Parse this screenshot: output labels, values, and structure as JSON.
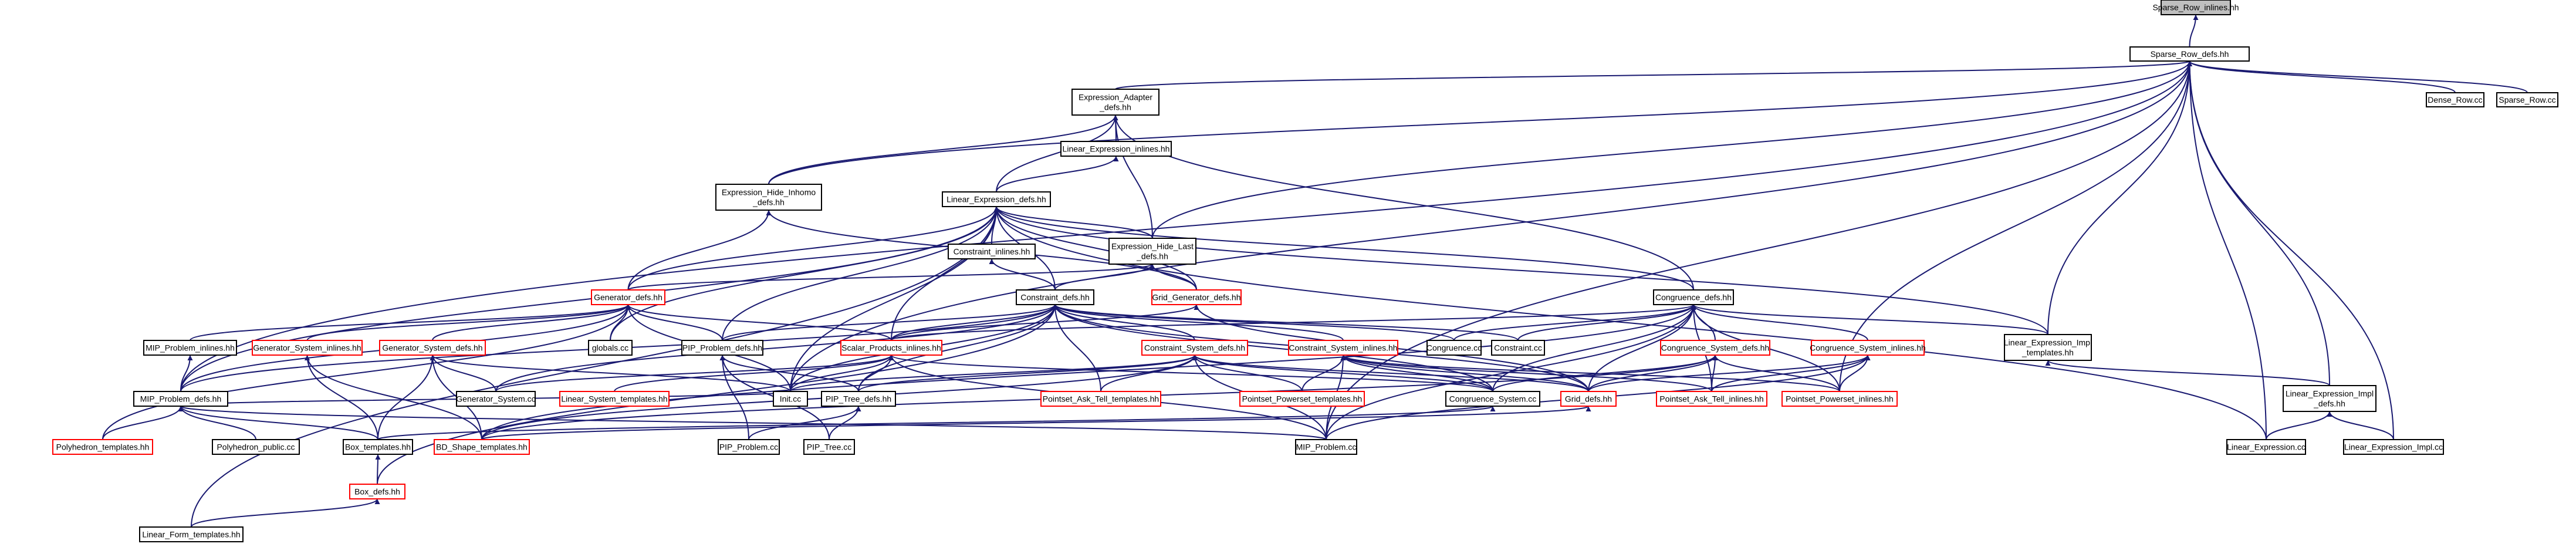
{
  "graph": {
    "edge_color": "#191970",
    "border_color": "#000000",
    "link_missing_color": "#ff0000",
    "root_fill": "#bfbfbf",
    "nodes": [
      {
        "id": "root",
        "label": "Sparse_Row_inlines.hh",
        "style": "root"
      },
      {
        "id": "sparse_row_defs",
        "label": "Sparse_Row_defs.hh"
      },
      {
        "id": "dense_row_cc",
        "label": "Dense_Row.cc"
      },
      {
        "id": "sparse_row_cc",
        "label": "Sparse_Row.cc"
      },
      {
        "id": "expr_adapter_defs",
        "label": "Expression_Adapter\n_defs.hh"
      },
      {
        "id": "lin_expr_inlines",
        "label": "Linear_Expression_inlines.hh"
      },
      {
        "id": "expr_hide_inhomo",
        "label": "Expression_Hide_Inhomo\n_defs.hh"
      },
      {
        "id": "lin_expr_defs",
        "label": "Linear_Expression_defs.hh"
      },
      {
        "id": "constraint_inlines",
        "label": "Constraint_inlines.hh"
      },
      {
        "id": "expr_hide_last",
        "label": "Expression_Hide_Last\n_defs.hh"
      },
      {
        "id": "generator_defs",
        "label": "Generator_defs.hh",
        "style": "red"
      },
      {
        "id": "constraint_defs",
        "label": "Constraint_defs.hh"
      },
      {
        "id": "grid_generator_defs",
        "label": "Grid_Generator_defs.hh",
        "style": "red"
      },
      {
        "id": "congruence_defs",
        "label": "Congruence_defs.hh"
      },
      {
        "id": "mip_problem_inlines",
        "label": "MIP_Problem_inlines.hh"
      },
      {
        "id": "generator_system_inlines",
        "label": "Generator_System_inlines.hh",
        "style": "red"
      },
      {
        "id": "generator_system_defs",
        "label": "Generator_System_defs.hh",
        "style": "red"
      },
      {
        "id": "globals_cc",
        "label": "globals.cc"
      },
      {
        "id": "pip_problem_defs",
        "label": "PIP_Problem_defs.hh"
      },
      {
        "id": "scalar_products_inlines",
        "label": "Scalar_Products_inlines.hh",
        "style": "red"
      },
      {
        "id": "constraint_system_defs",
        "label": "Constraint_System_defs.hh",
        "style": "red"
      },
      {
        "id": "constraint_system_inlines",
        "label": "Constraint_System_inlines.hh",
        "style": "red"
      },
      {
        "id": "congruence_cc",
        "label": "Congruence.cc"
      },
      {
        "id": "constraint_cc",
        "label": "Constraint.cc"
      },
      {
        "id": "congruence_system_defs",
        "label": "Congruence_System_defs.hh",
        "style": "red"
      },
      {
        "id": "congruence_system_inlines",
        "label": "Congruence_System_inlines.hh",
        "style": "red"
      },
      {
        "id": "lin_expr_impl_templates",
        "label": "Linear_Expression_Impl\n_templates.hh"
      },
      {
        "id": "mip_problem_defs",
        "label": "MIP_Problem_defs.hh"
      },
      {
        "id": "generator_system_cc",
        "label": "Generator_System.cc"
      },
      {
        "id": "linear_system_templates",
        "label": "Linear_System_templates.hh",
        "style": "red"
      },
      {
        "id": "init_cc",
        "label": "Init.cc"
      },
      {
        "id": "pip_tree_defs",
        "label": "PIP_Tree_defs.hh"
      },
      {
        "id": "pointset_ask_tell_templates",
        "label": "Pointset_Ask_Tell_templates.hh",
        "style": "red"
      },
      {
        "id": "pointset_powerset_templates",
        "label": "Pointset_Powerset_templates.hh",
        "style": "red"
      },
      {
        "id": "congruence_system_cc",
        "label": "Congruence_System.cc"
      },
      {
        "id": "grid_defs",
        "label": "Grid_defs.hh",
        "style": "red"
      },
      {
        "id": "pointset_ask_tell_inlines",
        "label": "Pointset_Ask_Tell_inlines.hh",
        "style": "red"
      },
      {
        "id": "pointset_powerset_inlines",
        "label": "Pointset_Powerset_inlines.hh",
        "style": "red"
      },
      {
        "id": "lin_expr_impl_defs",
        "label": "Linear_Expression_Impl\n_defs.hh"
      },
      {
        "id": "polyhedron_templates",
        "label": "Polyhedron_templates.hh",
        "style": "red"
      },
      {
        "id": "polyhedron_public_cc",
        "label": "Polyhedron_public.cc"
      },
      {
        "id": "box_templates",
        "label": "Box_templates.hh"
      },
      {
        "id": "bd_shape_templates",
        "label": "BD_Shape_templates.hh",
        "style": "red"
      },
      {
        "id": "pip_problem_cc",
        "label": "PIP_Problem.cc"
      },
      {
        "id": "pip_tree_cc",
        "label": "PIP_Tree.cc"
      },
      {
        "id": "mip_problem_cc",
        "label": "MIP_Problem.cc"
      },
      {
        "id": "linear_expression_cc",
        "label": "Linear_Expression.cc"
      },
      {
        "id": "linear_expression_impl_cc",
        "label": "Linear_Expression_Impl.cc"
      },
      {
        "id": "box_defs",
        "label": "Box_defs.hh",
        "style": "red"
      },
      {
        "id": "linear_form_templates",
        "label": "Linear_Form_templates.hh"
      }
    ],
    "edges": [
      [
        "sparse_row_defs",
        "root"
      ],
      [
        "dense_row_cc",
        "sparse_row_defs"
      ],
      [
        "sparse_row_cc",
        "sparse_row_defs"
      ],
      [
        "expr_adapter_defs",
        "sparse_row_defs"
      ],
      [
        "expr_hide_inhomo",
        "sparse_row_defs"
      ],
      [
        "expr_hide_last",
        "sparse_row_defs"
      ],
      [
        "mip_problem_defs",
        "sparse_row_defs"
      ],
      [
        "lin_expr_impl_templates",
        "sparse_row_defs"
      ],
      [
        "lin_expr_impl_defs",
        "sparse_row_defs"
      ],
      [
        "linear_expression_cc",
        "sparse_row_defs"
      ],
      [
        "linear_expression_impl_cc",
        "sparse_row_defs"
      ],
      [
        "mip_problem_cc",
        "sparse_row_defs"
      ],
      [
        "pointset_powerset_inlines",
        "sparse_row_defs"
      ],
      [
        "init_cc",
        "sparse_row_defs"
      ],
      [
        "lin_expr_inlines",
        "expr_adapter_defs"
      ],
      [
        "expr_hide_inhomo",
        "expr_adapter_defs"
      ],
      [
        "lin_expr_defs",
        "expr_adapter_defs"
      ],
      [
        "expr_hide_last",
        "expr_adapter_defs"
      ],
      [
        "congruence_defs",
        "expr_adapter_defs"
      ],
      [
        "lin_expr_defs",
        "lin_expr_inlines"
      ],
      [
        "generator_defs",
        "expr_hide_inhomo"
      ],
      [
        "grid_generator_defs",
        "expr_hide_inhomo"
      ],
      [
        "constraint_inlines",
        "lin_expr_defs"
      ],
      [
        "expr_hide_last",
        "lin_expr_defs"
      ],
      [
        "generator_defs",
        "lin_expr_defs"
      ],
      [
        "constraint_defs",
        "lin_expr_defs"
      ],
      [
        "grid_generator_defs",
        "lin_expr_defs"
      ],
      [
        "congruence_defs",
        "lin_expr_defs"
      ],
      [
        "pip_problem_defs",
        "lin_expr_defs"
      ],
      [
        "scalar_products_inlines",
        "lin_expr_defs"
      ],
      [
        "mip_problem_defs",
        "lin_expr_defs"
      ],
      [
        "linear_form_templates",
        "lin_expr_defs"
      ],
      [
        "globals_cc",
        "lin_expr_defs"
      ],
      [
        "init_cc",
        "lin_expr_defs"
      ],
      [
        "lin_expr_impl_templates",
        "lin_expr_defs"
      ],
      [
        "linear_expression_cc",
        "lin_expr_defs"
      ],
      [
        "constraint_defs",
        "constraint_inlines"
      ],
      [
        "generator_defs",
        "expr_hide_last"
      ],
      [
        "constraint_defs",
        "expr_hide_last"
      ],
      [
        "grid_generator_defs",
        "expr_hide_last"
      ],
      [
        "mip_problem_inlines",
        "generator_defs"
      ],
      [
        "generator_system_inlines",
        "generator_defs"
      ],
      [
        "generator_system_defs",
        "generator_defs"
      ],
      [
        "globals_cc",
        "generator_defs"
      ],
      [
        "pip_problem_defs",
        "generator_defs"
      ],
      [
        "scalar_products_inlines",
        "generator_defs"
      ],
      [
        "mip_problem_defs",
        "generator_defs"
      ],
      [
        "polyhedron_templates",
        "generator_defs"
      ],
      [
        "init_cc",
        "generator_defs"
      ],
      [
        "scalar_products_inlines",
        "constraint_defs"
      ],
      [
        "constraint_system_defs",
        "constraint_defs"
      ],
      [
        "constraint_system_inlines",
        "constraint_defs"
      ],
      [
        "congruence_cc",
        "constraint_defs"
      ],
      [
        "constraint_cc",
        "constraint_defs"
      ],
      [
        "pip_problem_defs",
        "constraint_defs"
      ],
      [
        "mip_problem_defs",
        "constraint_defs"
      ],
      [
        "pip_tree_defs",
        "constraint_defs"
      ],
      [
        "generator_system_cc",
        "constraint_defs"
      ],
      [
        "pointset_ask_tell_templates",
        "constraint_defs"
      ],
      [
        "congruence_system_cc",
        "constraint_defs"
      ],
      [
        "grid_defs",
        "constraint_defs"
      ],
      [
        "box_defs",
        "constraint_defs"
      ],
      [
        "init_cc",
        "constraint_defs"
      ],
      [
        "scalar_products_inlines",
        "grid_generator_defs"
      ],
      [
        "grid_defs",
        "grid_generator_defs"
      ],
      [
        "congruence_cc",
        "congruence_defs"
      ],
      [
        "constraint_cc",
        "congruence_defs"
      ],
      [
        "congruence_system_defs",
        "congruence_defs"
      ],
      [
        "congruence_system_inlines",
        "congruence_defs"
      ],
      [
        "lin_expr_impl_templates",
        "congruence_defs"
      ],
      [
        "pointset_ask_tell_inlines",
        "congruence_defs"
      ],
      [
        "pointset_powerset_inlines",
        "congruence_defs"
      ],
      [
        "congruence_system_cc",
        "congruence_defs"
      ],
      [
        "grid_defs",
        "congruence_defs"
      ],
      [
        "bd_shape_templates",
        "congruence_defs"
      ],
      [
        "mip_problem_cc",
        "congruence_defs"
      ],
      [
        "scalar_products_inlines",
        "congruence_defs"
      ],
      [
        "mip_problem_defs",
        "mip_problem_inlines"
      ],
      [
        "box_templates",
        "generator_system_inlines"
      ],
      [
        "bd_shape_templates",
        "generator_system_inlines"
      ],
      [
        "generator_system_cc",
        "generator_system_defs"
      ],
      [
        "box_templates",
        "generator_system_defs"
      ],
      [
        "bd_shape_templates",
        "generator_system_defs"
      ],
      [
        "init_cc",
        "generator_system_defs"
      ],
      [
        "pip_problem_cc",
        "pip_problem_defs"
      ],
      [
        "pip_tree_cc",
        "pip_problem_defs"
      ],
      [
        "pip_tree_defs",
        "pip_problem_defs"
      ],
      [
        "generator_system_cc",
        "scalar_products_inlines"
      ],
      [
        "linear_system_templates",
        "scalar_products_inlines"
      ],
      [
        "pip_tree_defs",
        "scalar_products_inlines"
      ],
      [
        "mip_problem_cc",
        "scalar_products_inlines"
      ],
      [
        "init_cc",
        "scalar_products_inlines"
      ],
      [
        "congruence_system_cc",
        "scalar_products_inlines"
      ],
      [
        "pointset_ask_tell_templates",
        "constraint_system_defs"
      ],
      [
        "pointset_powerset_templates",
        "constraint_system_defs"
      ],
      [
        "congruence_system_cc",
        "constraint_system_defs"
      ],
      [
        "grid_defs",
        "constraint_system_defs"
      ],
      [
        "pip_tree_defs",
        "constraint_system_defs"
      ],
      [
        "mip_problem_cc",
        "constraint_system_defs"
      ],
      [
        "bd_shape_templates",
        "constraint_system_defs"
      ],
      [
        "init_cc",
        "constraint_system_defs"
      ],
      [
        "pointset_powerset_templates",
        "constraint_system_inlines"
      ],
      [
        "congruence_system_cc",
        "constraint_system_inlines"
      ],
      [
        "grid_defs",
        "constraint_system_inlines"
      ],
      [
        "pointset_ask_tell_inlines",
        "constraint_system_inlines"
      ],
      [
        "pointset_powerset_inlines",
        "constraint_system_inlines"
      ],
      [
        "mip_problem_cc",
        "constraint_system_inlines"
      ],
      [
        "congruence_system_cc",
        "congruence_system_defs"
      ],
      [
        "grid_defs",
        "congruence_system_defs"
      ],
      [
        "pointset_ask_tell_inlines",
        "congruence_system_defs"
      ],
      [
        "pointset_powerset_inlines",
        "congruence_system_defs"
      ],
      [
        "bd_shape_templates",
        "congruence_system_defs"
      ],
      [
        "grid_defs",
        "congruence_system_inlines"
      ],
      [
        "pointset_ask_tell_inlines",
        "congruence_system_inlines"
      ],
      [
        "pointset_powerset_inlines",
        "congruence_system_inlines"
      ],
      [
        "mip_problem_cc",
        "congruence_system_inlines"
      ],
      [
        "lin_expr_impl_defs",
        "lin_expr_impl_templates"
      ],
      [
        "linear_expression_cc",
        "lin_expr_impl_defs"
      ],
      [
        "linear_expression_impl_cc",
        "lin_expr_impl_defs"
      ],
      [
        "polyhedron_templates",
        "mip_problem_defs"
      ],
      [
        "polyhedron_public_cc",
        "mip_problem_defs"
      ],
      [
        "box_templates",
        "mip_problem_defs"
      ],
      [
        "mip_problem_cc",
        "mip_problem_defs"
      ],
      [
        "init_cc",
        "mip_problem_defs"
      ],
      [
        "pip_problem_cc",
        "pip_tree_defs"
      ],
      [
        "pip_tree_cc",
        "pip_tree_defs"
      ],
      [
        "box_defs",
        "box_templates"
      ],
      [
        "linear_form_templates",
        "box_defs"
      ],
      [
        "bd_shape_templates",
        "grid_defs"
      ],
      [
        "box_templates",
        "congruence_system_cc"
      ]
    ]
  }
}
